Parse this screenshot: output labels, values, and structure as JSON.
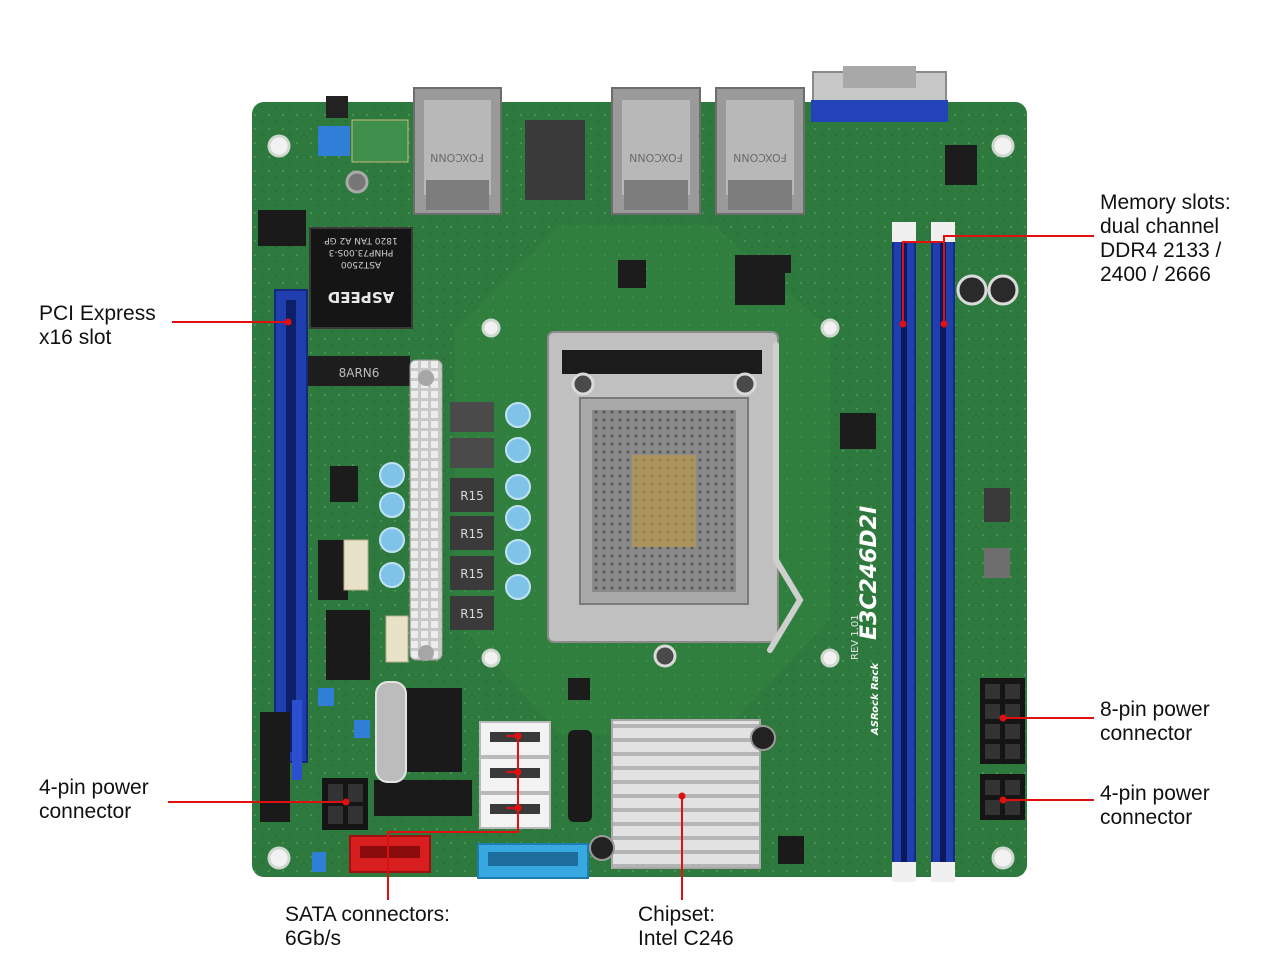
{
  "callouts": {
    "pcie": {
      "lines": [
        "PCI Express",
        "x16 slot"
      ]
    },
    "power4_left": {
      "lines": [
        "4-pin power",
        "connector"
      ]
    },
    "sata": {
      "lines": [
        "SATA connectors:",
        "6Gb/s"
      ]
    },
    "chipset": {
      "lines": [
        "Chipset:",
        "Intel C246"
      ]
    },
    "memory": {
      "lines": [
        "Memory slots:",
        "dual channel",
        "DDR4 2133 /",
        "2400 / 2666"
      ]
    },
    "power8": {
      "lines": [
        "8-pin power",
        "connector"
      ]
    },
    "power4_right": {
      "lines": [
        "4-pin power",
        "connector"
      ]
    }
  },
  "board_markings": {
    "model": "E3C246D2I",
    "rev": "REV 1.01",
    "bmc_brand": "ASPEED",
    "bmc_chip": "AST2500",
    "bmc_part": "PHNP73.00S-3",
    "bmc_date": "1820 TAN A2 GP",
    "lan_brand": "FOXCONN",
    "inductor": "R15",
    "m2_mark": "8ARN6",
    "brand": "ASRock Rack"
  },
  "colors": {
    "pcb": "#2e7a3e",
    "slot_blue": "#1f3fb0",
    "callout_red": "#e01010",
    "sata_red": "#d81e1e",
    "usb_blue": "#38a8e0"
  }
}
